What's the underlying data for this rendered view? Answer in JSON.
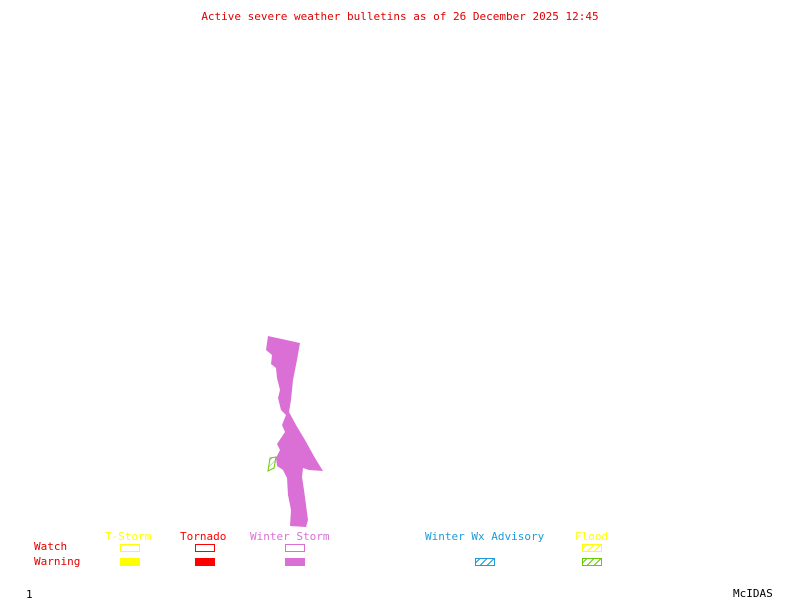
{
  "title": "Active severe weather bulletins as of 26 December 2025 12:45",
  "colors": {
    "title": "#e00000",
    "tstorm": "#ffff00",
    "tornado": "#ff0000",
    "winter_storm": "#da70d6",
    "winter_wx_advisory": "#1e9bdc",
    "flood_watch": "#ffff00",
    "flood_warning": "#66cc00",
    "row_labels": "#e00000",
    "footer": "#000000"
  },
  "legend": {
    "rows": {
      "watch": "Watch",
      "warning": "Warning"
    },
    "columns": [
      {
        "key": "tstorm",
        "label": "T-Storm",
        "watch": "outline",
        "warning": "solid"
      },
      {
        "key": "tornado",
        "label": "Tornado",
        "watch": "outline",
        "warning": "solid"
      },
      {
        "key": "winter_storm",
        "label": "Winter Storm",
        "watch": "outline",
        "warning": "solid"
      },
      {
        "key": "winter_wx_advisory",
        "label": "Winter Wx Advisory",
        "watch": null,
        "warning": "hatched"
      },
      {
        "key": "flood",
        "label": "Flood",
        "watch": "hatched",
        "warning": "hatched"
      }
    ]
  },
  "map_features": [
    {
      "type": "Winter Storm Warning",
      "style": "solid"
    },
    {
      "type": "Flood Warning",
      "style": "hatched"
    }
  ],
  "footer": {
    "frame_number": "1",
    "software": "McIDAS"
  }
}
